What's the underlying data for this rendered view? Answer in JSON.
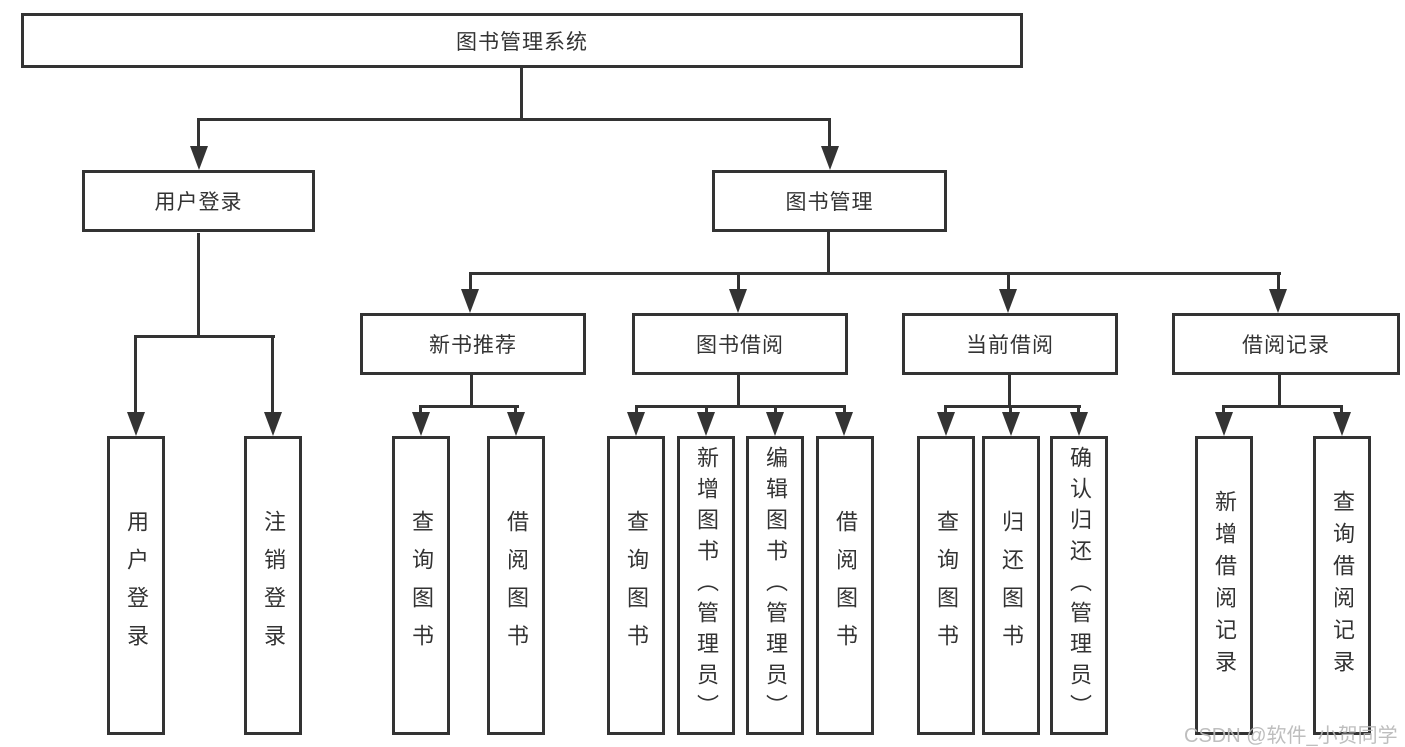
{
  "watermark": "CSDN @软件_小贺同学",
  "colors": {
    "line": "#333333",
    "text": "#333333",
    "watermark": "#b9b9b9",
    "background": "#ffffff"
  },
  "tree": {
    "root": "图书管理系统",
    "branches": [
      {
        "label": "用户登录",
        "children": [
          "用户登录",
          "注销登录"
        ]
      },
      {
        "label": "图书管理",
        "sections": [
          {
            "label": "新书推荐",
            "children": [
              "查询图书",
              "借阅图书"
            ]
          },
          {
            "label": "图书借阅",
            "children": [
              "查询图书",
              "新增图书（管理员）",
              "编辑图书（管理员）",
              "借阅图书"
            ]
          },
          {
            "label": "当前借阅",
            "children": [
              "查询图书",
              "归还图书",
              "确认归还（管理员）"
            ]
          },
          {
            "label": "借阅记录",
            "children": [
              "新增借阅记录",
              "查询借阅记录"
            ]
          }
        ]
      }
    ]
  }
}
